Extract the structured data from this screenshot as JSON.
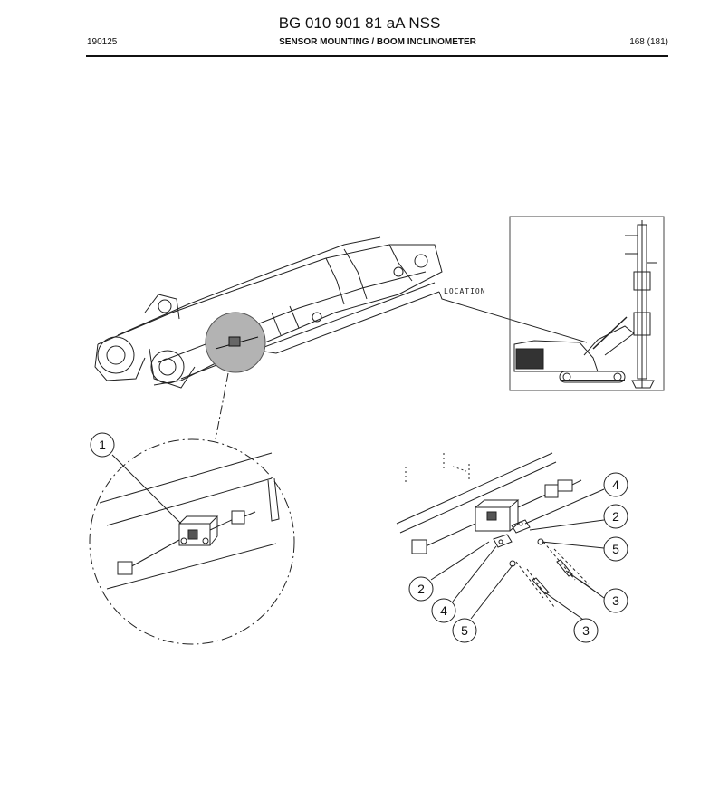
{
  "header": {
    "doc_number": "BG 010 901 81 aA NSS",
    "date_code": "190125",
    "section_title": "SENSOR MOUNTING / BOOM INCLINOMETER",
    "page_indicator": "168 (181)"
  },
  "figure": {
    "location_label": "LOCATION",
    "callouts": {
      "detail_1": "1",
      "c4_top": "4",
      "c2_top": "2",
      "c5_top": "5",
      "c3_right": "3",
      "c2_left": "2",
      "c4_left": "4",
      "c5_bottom": "5",
      "c3_bottom": "3"
    }
  }
}
